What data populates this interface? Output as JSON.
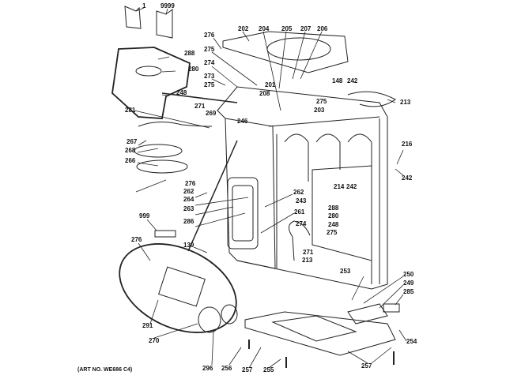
{
  "diagram": {
    "art_number": "(ART NO. WE686 C4)",
    "labels": [
      "1",
      "9999",
      "202",
      "204",
      "205",
      "207",
      "206",
      "276",
      "275",
      "288",
      "274",
      "280",
      "273",
      "148",
      "242",
      "275",
      "201",
      "208",
      "248",
      "275",
      "213",
      "203",
      "271",
      "269",
      "281",
      "246",
      "267",
      "268",
      "216",
      "266",
      "242",
      "276",
      "214",
      "242",
      "262",
      "262",
      "243",
      "264",
      "263",
      "288",
      "261",
      "280",
      "286",
      "248",
      "274",
      "275",
      "999",
      "276",
      "139",
      "271",
      "213",
      "253",
      "250",
      "249",
      "285",
      "291",
      "254",
      "270",
      "296",
      "256",
      "257",
      "255",
      "257"
    ]
  }
}
